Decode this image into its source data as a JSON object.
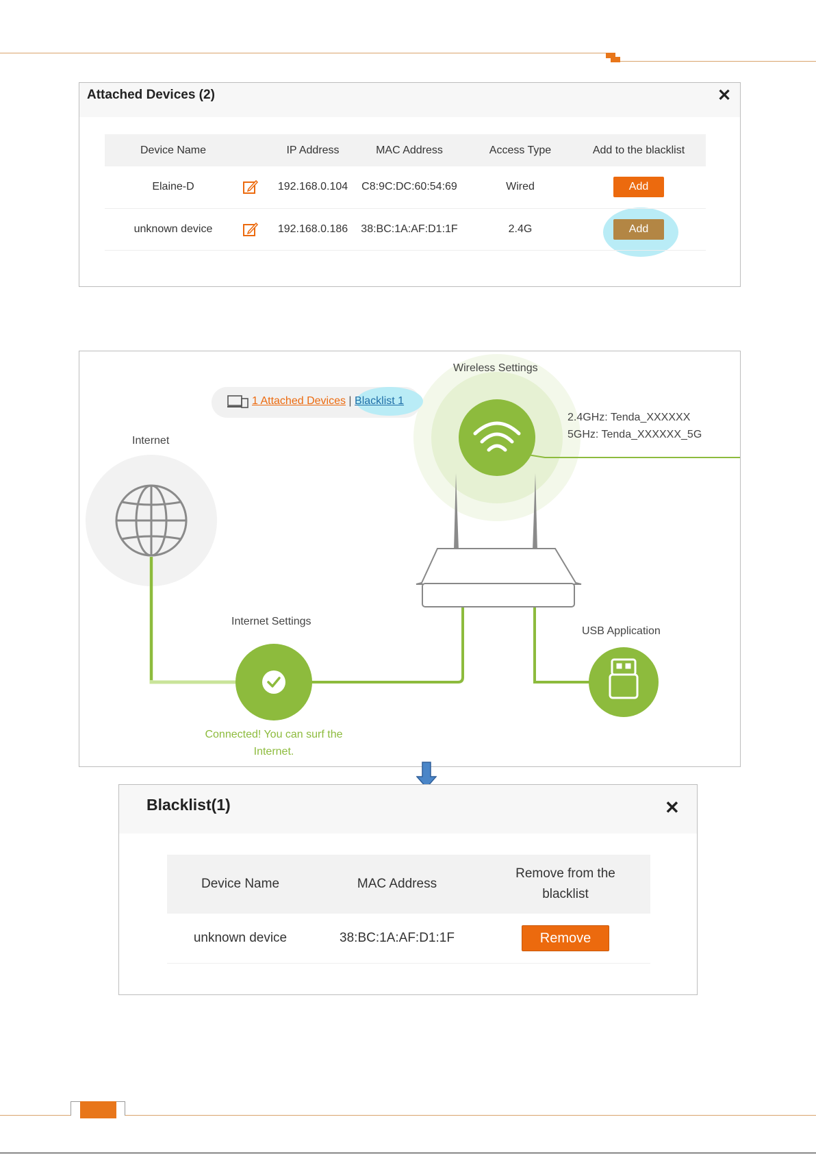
{
  "attached_dialog": {
    "title": "Attached Devices (2)",
    "close_glyph": "✕",
    "columns": [
      "Device Name",
      "IP Address",
      "MAC Address",
      "Access Type",
      "Add to the blacklist"
    ],
    "rows": [
      {
        "name": "Elaine-D",
        "ip": "192.168.0.104",
        "mac": "C8:9C:DC:60:54:69",
        "access": "Wired",
        "action": "Add"
      },
      {
        "name": "unknown device",
        "ip": "192.168.0.186",
        "mac": "38:BC:1A:AF:D1:1F",
        "access": "2.4G",
        "action": "Add"
      }
    ]
  },
  "diagram": {
    "attached_link": "1 Attached Devices",
    "separator": "|",
    "blacklist_link": "Blacklist 1",
    "wireless_label": "Wireless Settings",
    "ssid_24": "2.4GHz: Tenda_XXXXXX",
    "ssid_5": "5GHz: Tenda_XXXXXX_5G",
    "internet_label": "Internet",
    "internet_settings_label": "Internet Settings",
    "status_line1": "Connected! You can surf the",
    "status_line2": "Internet.",
    "usb_label": "USB Application"
  },
  "blacklist_dialog": {
    "title": "Blacklist(1)",
    "close_glyph": "✕",
    "col_name": "Device Name",
    "col_mac": "MAC Address",
    "col_remove_line1": "Remove from the",
    "col_remove_line2": "blacklist",
    "row_name": "unknown device",
    "row_mac": "38:BC:1A:AF:D1:1F",
    "row_action": "Remove"
  },
  "colors": {
    "accent_orange": "#ec6a0e",
    "green": "#8dbb3d",
    "highlight_blue": "#b9ecf6",
    "arrow_blue": "#4a86c8"
  }
}
